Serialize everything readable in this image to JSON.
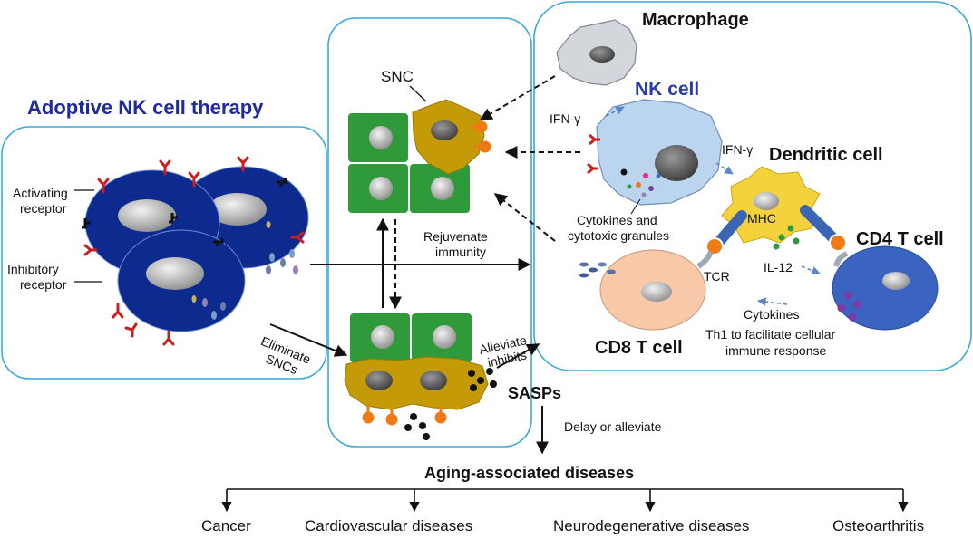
{
  "left_panel": {
    "title": "Adoptive NK cell therapy",
    "activating_receptor": [
      "Activating",
      "receptor"
    ],
    "inhibitory_receptor": [
      "Inhibitory",
      "receptor"
    ]
  },
  "middle_panel": {
    "snc_label": "SNC",
    "rejuvenate": [
      "Rejuvenate",
      "immunity"
    ],
    "eliminate": [
      "Eliminate",
      "SNCs"
    ],
    "alleviate": [
      "Alleviate",
      "inhibits"
    ],
    "sasps": "SASPs"
  },
  "right_panel": {
    "macrophage": "Macrophage",
    "nk_cell": "NK cell",
    "ifn_left": "IFN-γ",
    "ifn_right": "IFN-γ",
    "dendritic_cell": "Dendritic cell",
    "cytokines_granules": [
      "Cytokines and",
      "cytotoxic granules"
    ],
    "mhc": "MHC",
    "cd4": "CD4 T cell",
    "tcr": "TCR",
    "il12": "IL-12",
    "cytokines": "Cytokines",
    "th1": [
      "Th1 to facilitate cellular",
      "immune response"
    ],
    "cd8": "CD8 T cell"
  },
  "bottom": {
    "delay": "Delay or alleviate",
    "aging_title": "Aging-associated diseases",
    "diseases": [
      "Cancer",
      "Cardiovascular diseases",
      "Neurodegenerative diseases",
      "Osteoarthritis"
    ]
  },
  "colors": {
    "panel_border": "#3aa9d6",
    "nk_blue": "#0d2a8f",
    "green_cell": "#2e9a3a",
    "snc_gold": "#c49a06",
    "receptor_red": "#cc1e1e",
    "orange": "#f07a14"
  }
}
